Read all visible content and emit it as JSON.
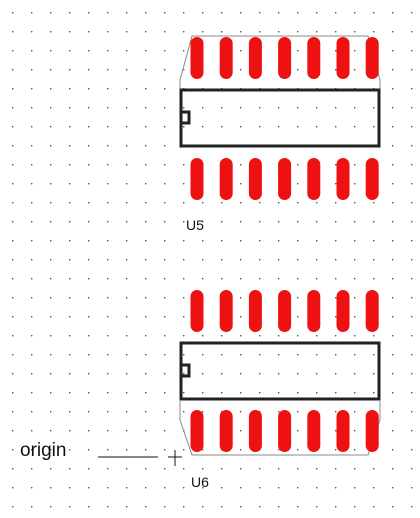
{
  "canvas": {
    "background_color": "#ffffff",
    "grid_dot_color": "#555555",
    "pad_color": "#ee1111",
    "outline_color": "#222222",
    "silkscreen_color": "#888888",
    "label_color": "#111111"
  },
  "components": [
    {
      "ref": "U5",
      "pins_per_side": 7,
      "orientation_notch": "left"
    },
    {
      "ref": "U6",
      "pins_per_side": 7,
      "orientation_notch": "left"
    }
  ],
  "origin": {
    "label": "origin",
    "marker": "crosshair-icon"
  }
}
